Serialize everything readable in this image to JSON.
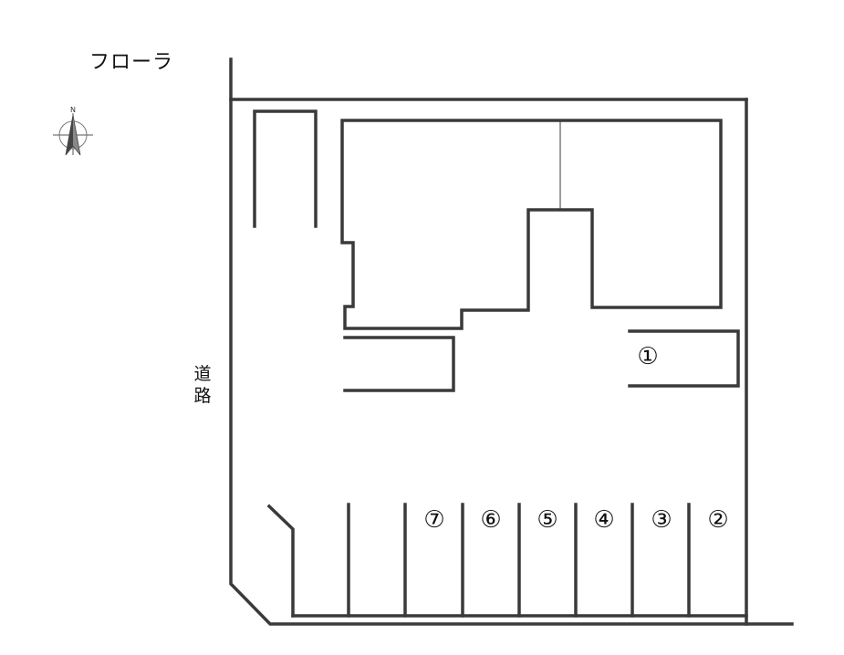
{
  "plan": {
    "title": "フローラ",
    "road_label": "道路",
    "compass_letter": "N",
    "line_color": "#3a3a3a",
    "spaces": [
      {
        "name": "space-1",
        "label": "①"
      },
      {
        "name": "space-2",
        "label": "②"
      },
      {
        "name": "space-3",
        "label": "③"
      },
      {
        "name": "space-4",
        "label": "④"
      },
      {
        "name": "space-5",
        "label": "⑤"
      },
      {
        "name": "space-6",
        "label": "⑥"
      },
      {
        "name": "space-7",
        "label": "⑦"
      }
    ]
  }
}
